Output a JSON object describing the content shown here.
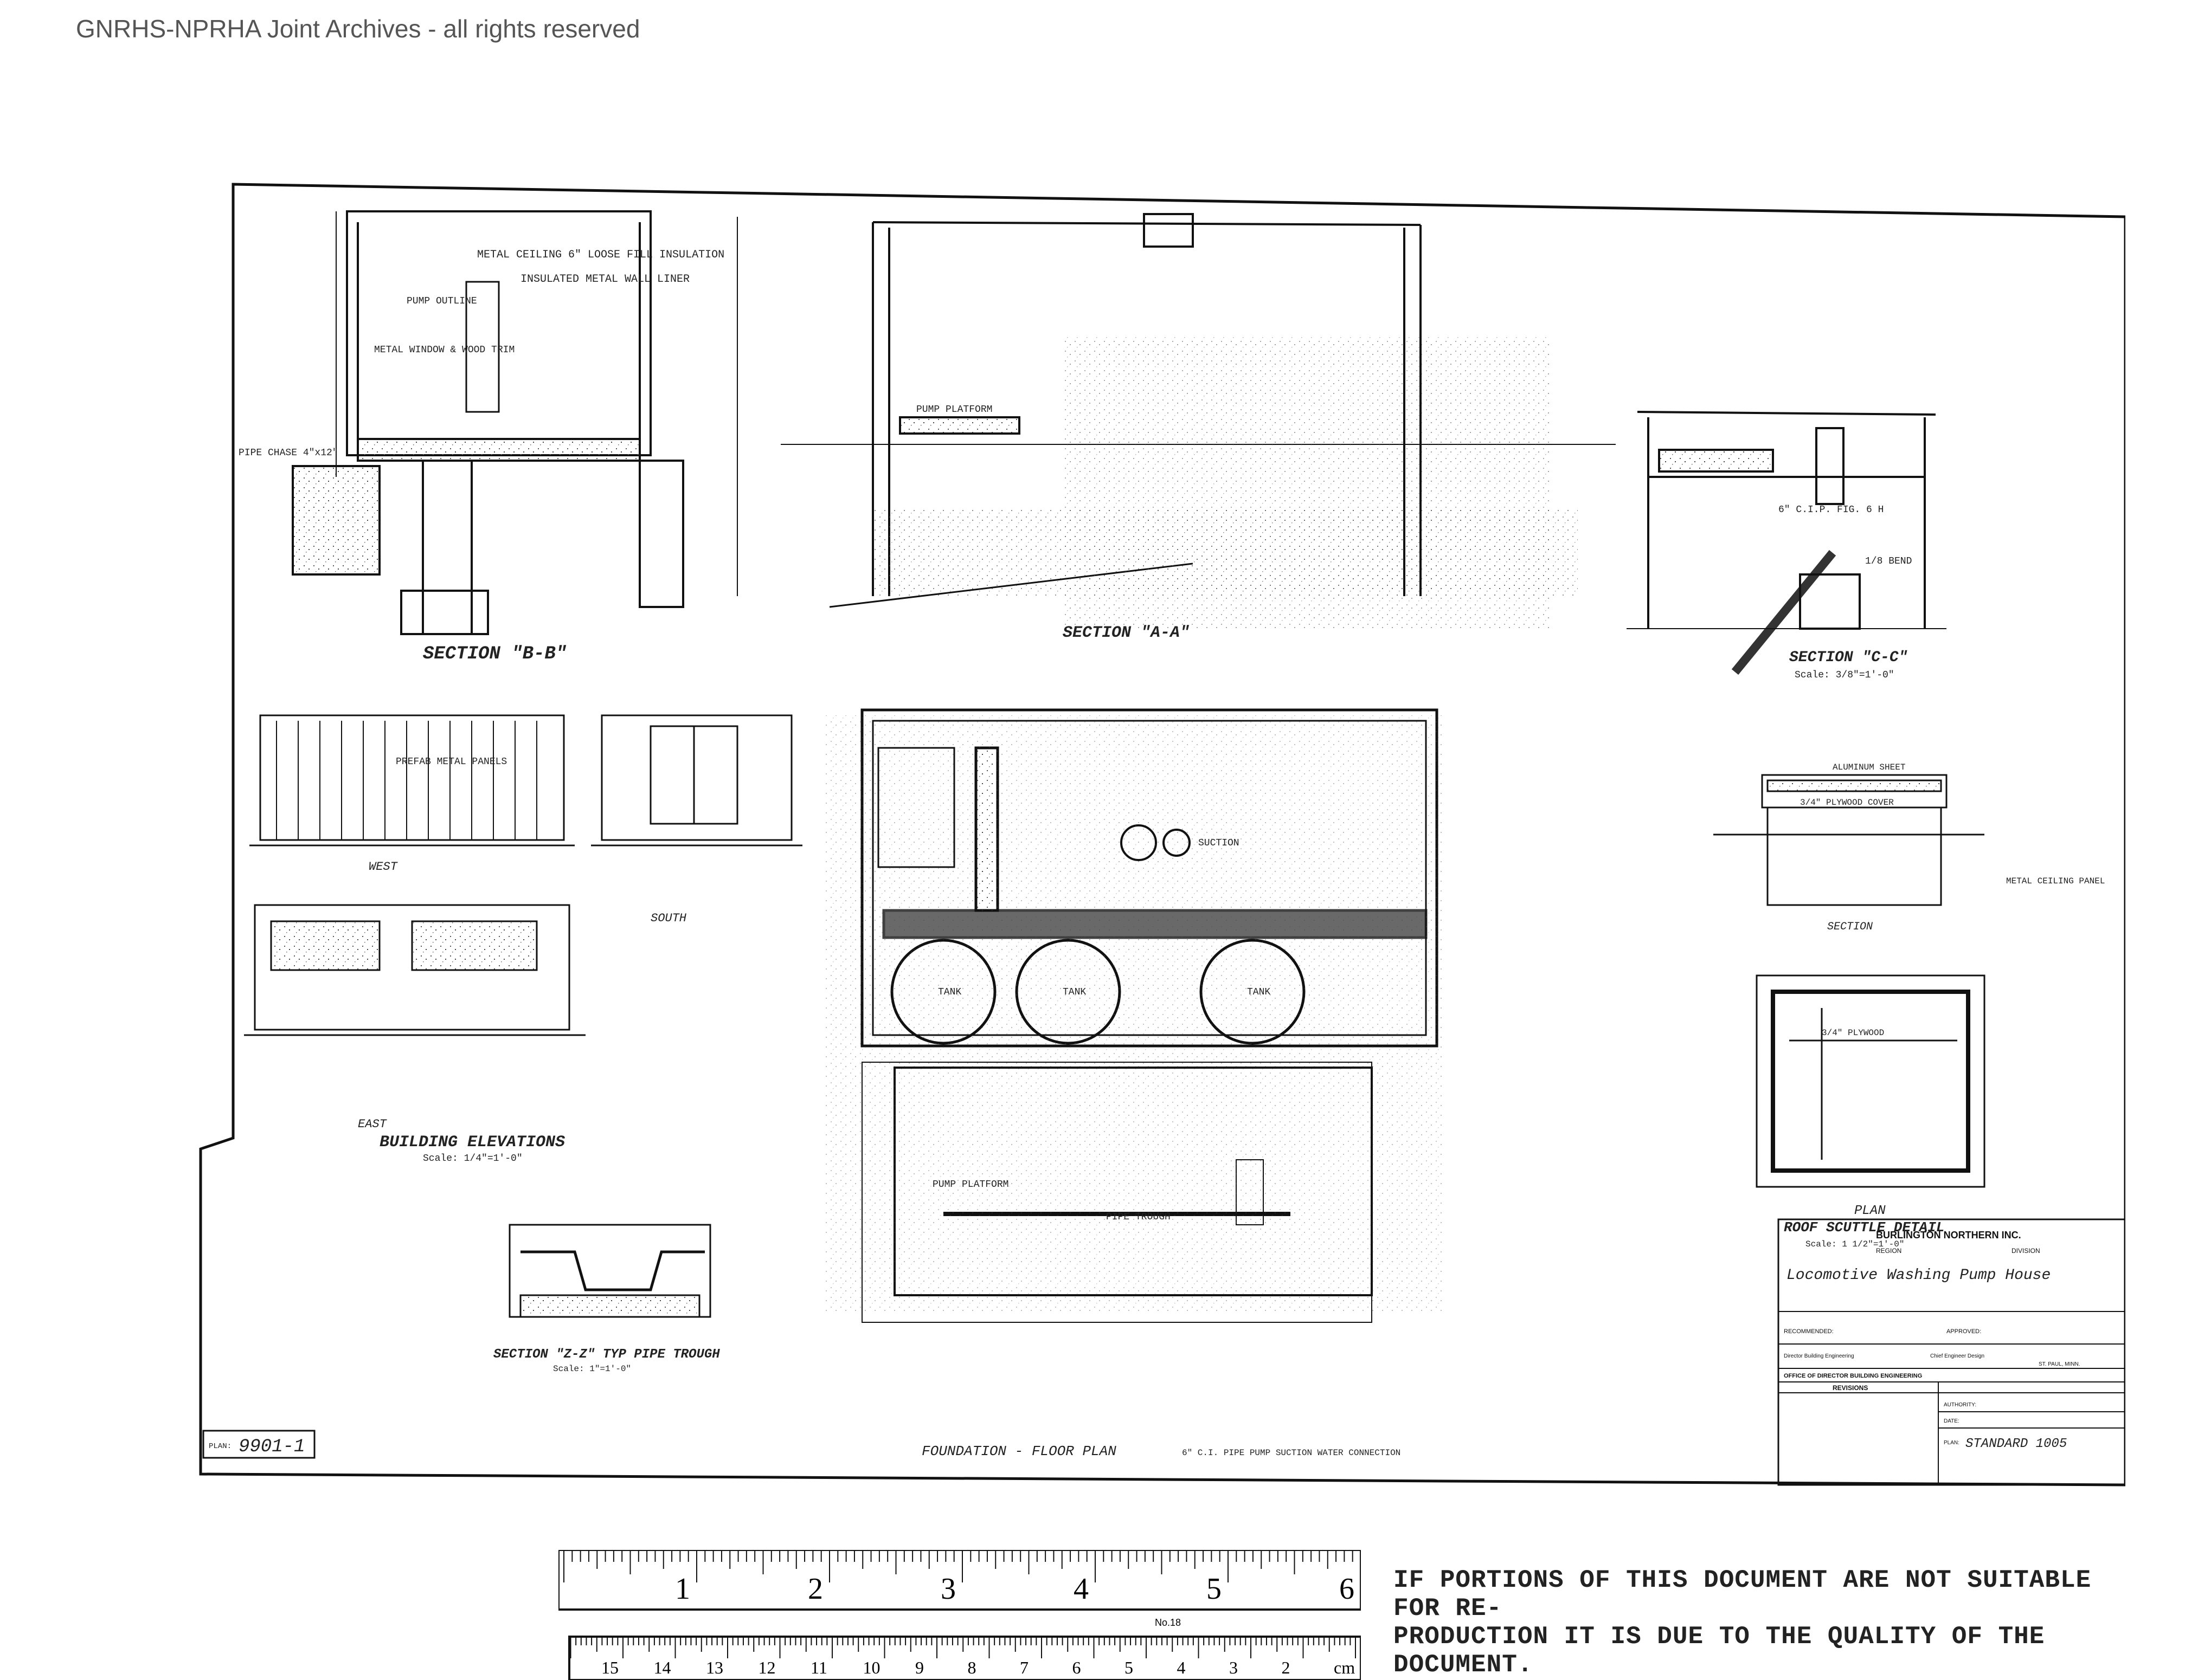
{
  "header": {
    "text": "GNRHS-NPRHA Joint Archives - all rights reserved"
  },
  "drawing": {
    "plan_label": "PLAN:",
    "plan_number": "9901-1",
    "views": {
      "section_bb": "SECTION \"B-B\"",
      "section_a": "SECTION \"A-A\"",
      "section_cc": "SECTION \"C-C\"",
      "section_cc_scale": "Scale: 3/8\"=1'-0\"",
      "west": "WEST",
      "south": "SOUTH",
      "east": "EAST",
      "building_elevations": "BUILDING ELEVATIONS",
      "building_elevations_scale": "Scale: 1/4\"=1'-0\"",
      "section_zz": "SECTION \"Z-Z\" TYP PIPE TROUGH",
      "section_zz_scale": "Scale: 1\"=1'-0\"",
      "foundation_floor_plan": "FOUNDATION - FLOOR PLAN",
      "roof_section": "SECTION",
      "roof_plan": "PLAN",
      "roof_scuttle": "ROOF SCUTTLE DETAIL",
      "roof_scuttle_scale": "Scale: 1 1/2\"=1'-0\""
    },
    "notes": {
      "insulated": "INSULATED METAL WALL LINER",
      "ceiling": "METAL CEILING 6\" LOOSE FILL INSULATION",
      "pump_outline": "PUMP OUTLINE",
      "metal_window": "METAL WINDOW & WOOD TRIM",
      "pipe_chase": "PIPE CHASE 4\"x12\"",
      "pump_platform": "PUMP PLATFORM",
      "metal_panels": "PREFAB METAL PANELS",
      "aluminum_sheet": "ALUMINUM SHEET",
      "plywood_cover": "3/4\" PLYWOOD COVER",
      "plywood": "3/4\" PLYWOOD",
      "metal_ceiling_panel": "METAL CEILING PANEL",
      "tank": "TANK",
      "suction": "SUCTION",
      "pump_suction": "6\" C.I. PIPE PUMP SUCTION WATER CONNECTION",
      "pipe_trough": "PIPE TROUGH",
      "ci_pipe": "6\" C.I.P. FIG. 6 H",
      "bend": "1/8 BEND"
    }
  },
  "title_block": {
    "company": "BURLINGTON NORTHERN INC.",
    "region": "REGION",
    "division": "DIVISION",
    "title": "Locomotive Washing Pump House",
    "recommended": "RECOMMENDED:",
    "approved": "APPROVED:",
    "director_label": "Director Building Engineering",
    "chief_label": "Chief Engineer Design",
    "location": "ST. PAUL, MINN.",
    "office": "OFFICE OF DIRECTOR BUILDING ENGINEERING",
    "revisions": "REVISIONS",
    "authority": "AUTHORITY:",
    "date": "DATE:",
    "plan_label": "PLAN:",
    "plan_value": "STANDARD 1005"
  },
  "ruler": {
    "inch_labels": [
      "1",
      "2",
      "3",
      "4",
      "5",
      "6"
    ],
    "cm_labels": [
      "cm",
      "2",
      "3",
      "4",
      "5",
      "6",
      "7",
      "8",
      "9",
      "10",
      "11",
      "12",
      "13",
      "14",
      "15"
    ],
    "maker": "No.18"
  },
  "notice": {
    "line1": "IF PORTIONS OF THIS DOCUMENT ARE NOT SUITABLE FOR RE-",
    "line2": "PRODUCTION IT IS DUE TO THE QUALITY OF THE DOCUMENT."
  }
}
